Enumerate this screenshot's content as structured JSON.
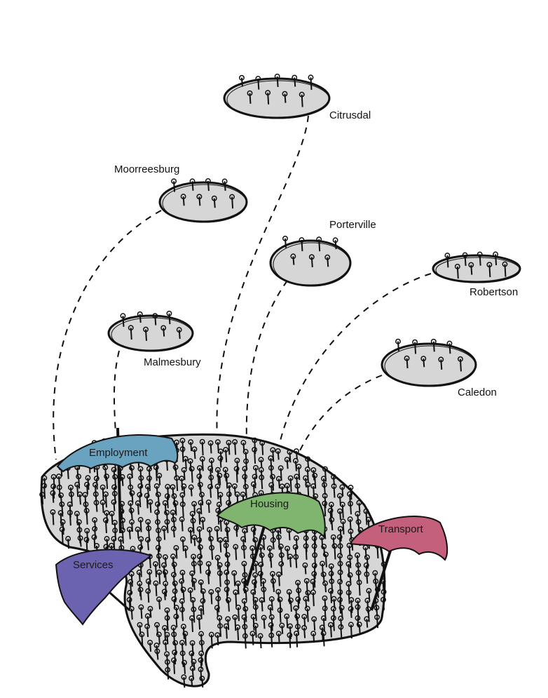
{
  "towns": [
    {
      "id": "citrusdal",
      "label": "Citrusdal"
    },
    {
      "id": "moorreesburg",
      "label": "Moorreesburg"
    },
    {
      "id": "porterville",
      "label": "Porterville"
    },
    {
      "id": "robertson",
      "label": "Robertson"
    },
    {
      "id": "malmesbury",
      "label": "Malmesbury"
    },
    {
      "id": "caledon",
      "label": "Caledon"
    }
  ],
  "umbrellas": [
    {
      "id": "employment",
      "label": "Employment",
      "color": "#6aa3bf"
    },
    {
      "id": "housing",
      "label": "Housing",
      "color": "#7fb56f"
    },
    {
      "id": "transport",
      "label": "Transport",
      "color": "#c5607c"
    },
    {
      "id": "services",
      "label": "Services",
      "color": "#6c63b0"
    }
  ],
  "colors": {
    "ellipse_fill": "#d6d6d6",
    "outline": "#111111",
    "background": "#ffffff"
  }
}
